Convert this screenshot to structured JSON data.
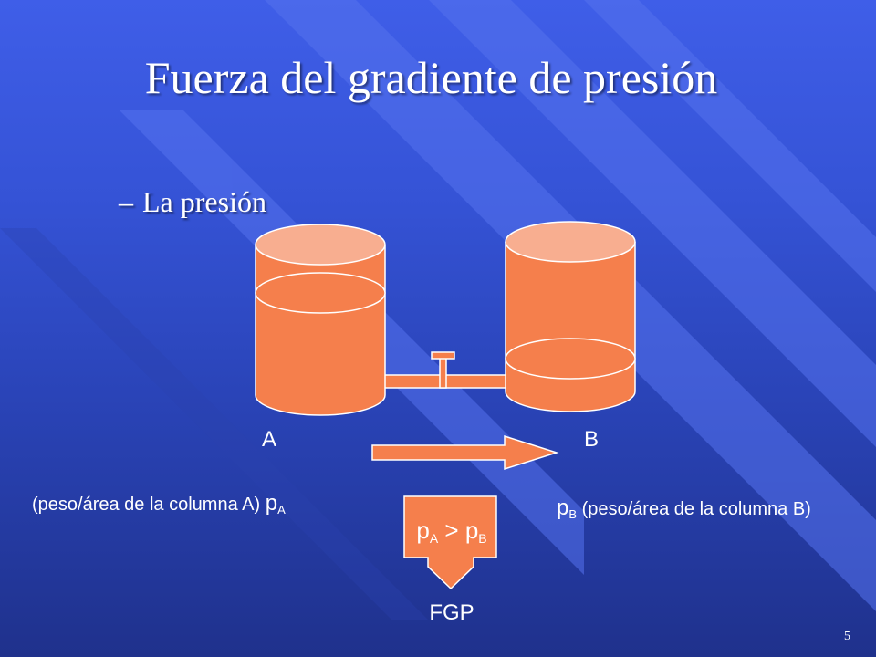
{
  "slide": {
    "title": "Fuerza del gradiente de presión",
    "bullet_dash": "–",
    "bullet_text": "La presión",
    "page_number": "5"
  },
  "diagram": {
    "column_a_label": "A",
    "column_b_label": "B",
    "note_a_text": "(peso/área de la columna A)",
    "note_b_text": "(peso/área de la columna B)",
    "pressure_symbol": "p",
    "subscript_a": "A",
    "subscript_b": "B",
    "comparison_operator": ">",
    "force_label": "FGP"
  },
  "colors": {
    "background_top": "#3f5ee8",
    "background_bottom": "#1f318c",
    "tank_fill": "#f57f4c",
    "tank_top": "#f8ae90",
    "text": "#ffffff"
  }
}
